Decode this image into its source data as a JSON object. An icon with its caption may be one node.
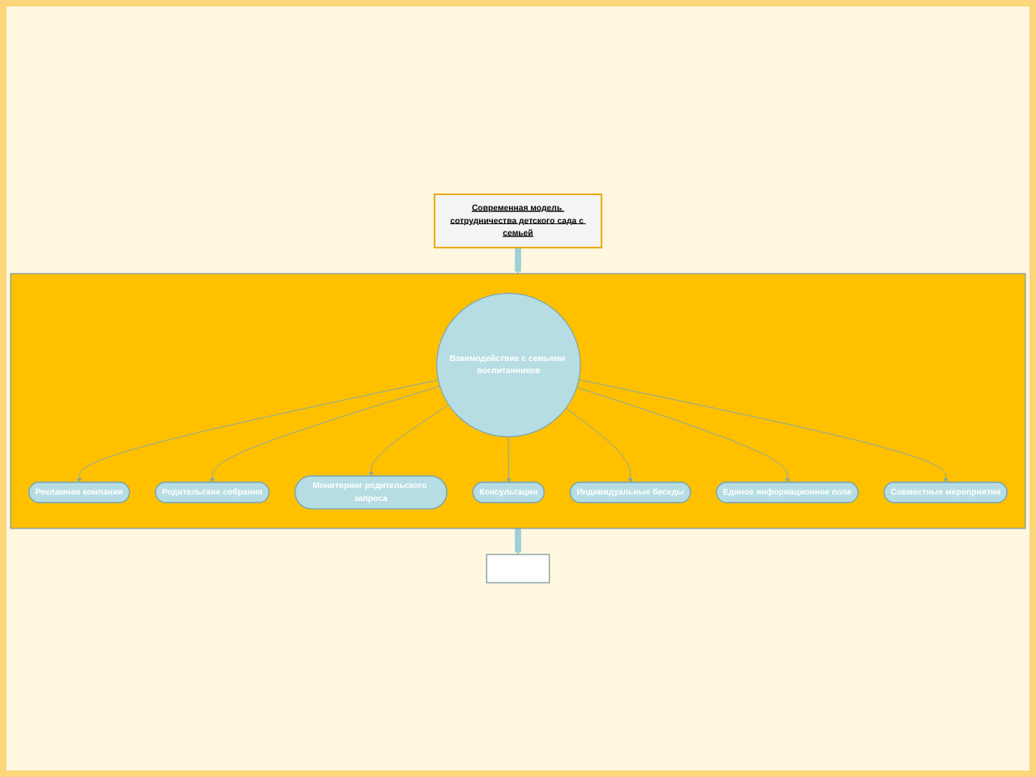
{
  "diagram": {
    "nodes": [
      {
        "text": [
          "Современная модель сотрудничества детского сада с семьей"
        ]
      },
      {
        "text": [],
        "shape": "box"
      },
      {
        "text": [
          "Рекламная компании"
        ],
        "in": 1
      },
      {
        "text": [
          "Родительские собрания"
        ],
        "in": 1
      },
      {
        "text": [
          "Мониторинг родительского запроса"
        ],
        "in": 1
      },
      {
        "text": [
          "Взаимодействие с семьями воспитанников"
        ],
        "in": 1
      },
      {
        "text": [
          "Консультации"
        ],
        "in": 1
      },
      {
        "text": [
          "Индивидуальные беседы"
        ],
        "in": 1
      },
      {
        "text": [
          "Единое информационное поле"
        ],
        "in": 1
      },
      {
        "text": [
          "Совместные мероприятия"
        ],
        "in": 1
      },
      {
        "text": [],
        "shape": "box"
      }
    ],
    "edges": [
      {
        "from": 0,
        "to": 1,
        "arrow": "to",
        "style": "thick"
      },
      {
        "from": 5,
        "to": 2,
        "arrow": "to"
      },
      {
        "from": 5,
        "to": 3,
        "arrow": "to"
      },
      {
        "from": 5,
        "to": 4,
        "arrow": "to"
      },
      {
        "from": 5,
        "to": 6,
        "arrow": "to"
      },
      {
        "from": 5,
        "to": 7,
        "arrow": "to"
      },
      {
        "from": 5,
        "to": 8,
        "arrow": "to"
      },
      {
        "from": 5,
        "to": 9,
        "arrow": "to"
      },
      {
        "from": 1,
        "to": 10,
        "arrow": "to",
        "style": "thick"
      }
    ]
  }
}
